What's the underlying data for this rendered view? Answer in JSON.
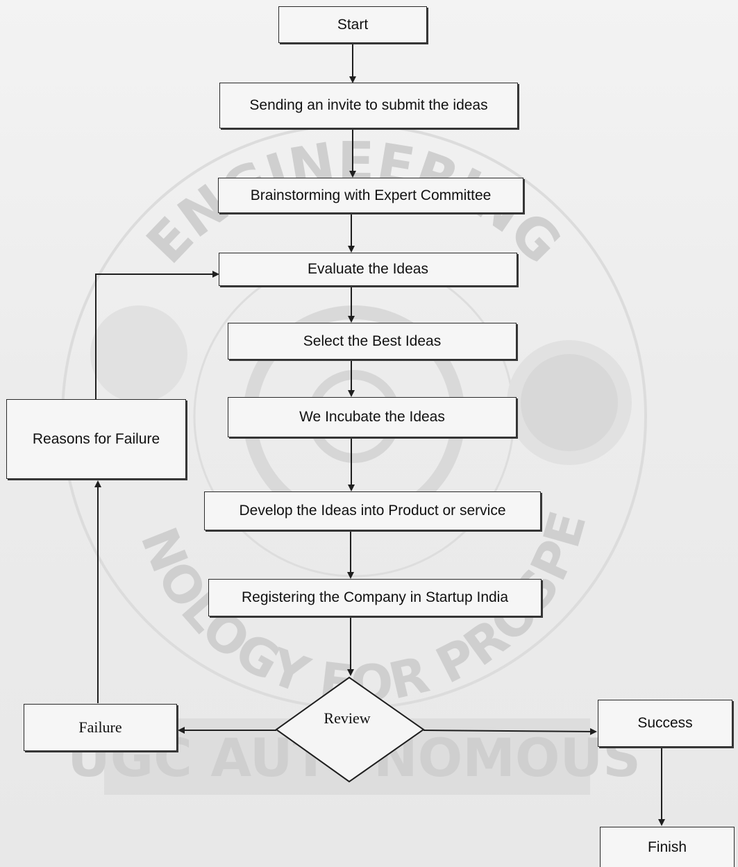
{
  "flowchart": {
    "start": "Start",
    "invite": "Sending an invite to submit the ideas",
    "brainstorm": "Brainstorming with Expert Committee",
    "evaluate": "Evaluate the Ideas",
    "select": "Select the Best Ideas",
    "incubate": "We Incubate the Ideas",
    "develop": "Develop the Ideas into Product or service",
    "register": "Registering the Company in Startup India",
    "review": "Review",
    "failure": "Failure",
    "reasons": "Reasons for Failure",
    "success": "Success",
    "finish": "Finish"
  },
  "watermark": {
    "top_arc": "ENGINEERING",
    "bottom_arc": "TECHNOLOGY FOR PROSPERITY",
    "banner": "UGC AUTONOMOUS"
  },
  "colors": {
    "stroke": "#2a2a2a",
    "box_fill": "#f6f6f6",
    "watermark": "#cfcfcf"
  }
}
